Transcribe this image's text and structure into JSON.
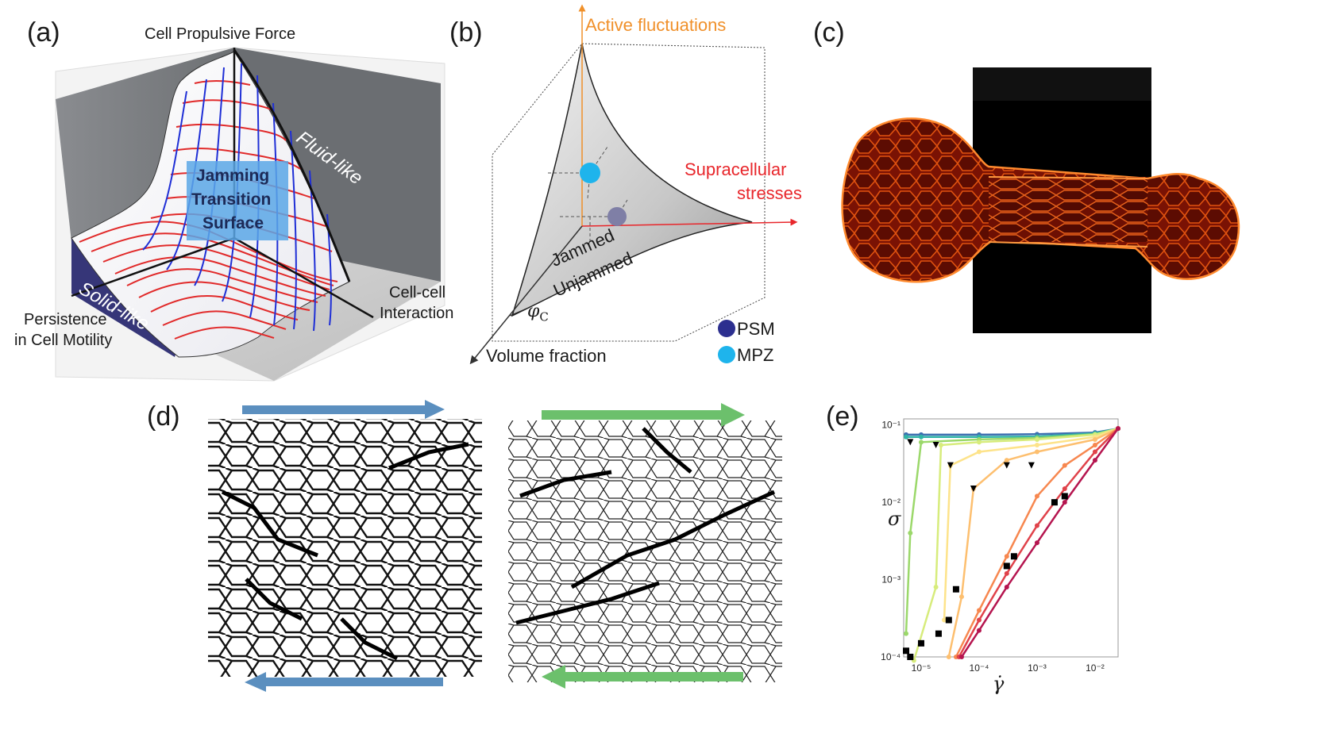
{
  "labels": {
    "a": "(a)",
    "b": "(b)",
    "c": "(c)",
    "d": "(d)",
    "e": "(e)"
  },
  "panel_a": {
    "axis_force": "Cell Propulsive Force",
    "axis_persistence": [
      "Persistence",
      "in Cell Motility"
    ],
    "axis_interaction": [
      "Cell-cell",
      "Interaction"
    ],
    "region_fluid": "Fluid-like",
    "region_solid": "Solid-like",
    "surface_label": [
      "Jamming",
      "Transition",
      "Surface"
    ]
  },
  "panel_b": {
    "axis_active": "Active fluctuations",
    "axis_supra": [
      "Supracellular",
      "stresses"
    ],
    "axis_volume": "Volume fraction",
    "label_jammed": "Jammed",
    "label_unjammed": "Unjammed",
    "phi_symbol": "φ",
    "phi_sub": "C",
    "legend": [
      {
        "name": "PSM",
        "color": "#2c2f8f"
      },
      {
        "name": "MPZ",
        "color": "#1eb4ec"
      }
    ],
    "colors": {
      "active": "#f0902a",
      "supra": "#e8262b"
    }
  },
  "panel_d": {
    "arrow_left_color": "#5b8fbf",
    "arrow_right_color": "#6cc06c"
  },
  "panel_e": {
    "y_label": "σ",
    "x_label": "γ̇",
    "y_ticks": [
      "10⁻¹",
      "10⁻²",
      "10⁻³",
      "10⁻⁴"
    ],
    "x_ticks": [
      "10⁻⁵",
      "10⁻⁴",
      "10⁻³",
      "10⁻²"
    ]
  },
  "chart_data": {
    "type": "line",
    "xscale": "log",
    "yscale": "log",
    "xlabel": "γ̇",
    "ylabel": "σ",
    "xlim": [
      5e-06,
      0.025
    ],
    "ylim": [
      0.0001,
      0.12
    ],
    "series": [
      {
        "color": "#3c6fb0",
        "x": [
          5.5e-06,
          1e-05,
          0.0001,
          0.001,
          0.01,
          0.025
        ],
        "y": [
          0.075,
          0.075,
          0.075,
          0.076,
          0.08,
          0.09
        ]
      },
      {
        "color": "#2fb4a6",
        "x": [
          5.5e-06,
          1e-05,
          0.0001,
          0.001,
          0.01,
          0.025
        ],
        "y": [
          0.07,
          0.07,
          0.07,
          0.071,
          0.078,
          0.09
        ]
      },
      {
        "color": "#9bd86a",
        "x": [
          5.5e-06,
          6.5e-06,
          1e-05,
          0.0001,
          0.001,
          0.01,
          0.025
        ],
        "y": [
          0.0002,
          0.004,
          0.06,
          0.065,
          0.068,
          0.076,
          0.09
        ]
      },
      {
        "color": "#d7ec7c",
        "x": [
          7.5e-06,
          1.8e-05,
          2.2e-05,
          0.0001,
          0.001,
          0.01,
          0.025
        ],
        "y": [
          9e-05,
          0.0008,
          0.055,
          0.06,
          0.065,
          0.075,
          0.09
        ]
      },
      {
        "color": "#fde38a",
        "x": [
          2.5e-05,
          3.2e-05,
          0.0001,
          0.001,
          0.01,
          0.025
        ],
        "y": [
          0.0003,
          0.03,
          0.045,
          0.055,
          0.07,
          0.09
        ]
      },
      {
        "color": "#fdbf6f",
        "x": [
          3e-05,
          5e-05,
          8e-05,
          0.0003,
          0.001,
          0.01,
          0.025
        ],
        "y": [
          0.0001,
          0.0006,
          0.015,
          0.035,
          0.045,
          0.065,
          0.09
        ]
      },
      {
        "color": "#f7874f",
        "x": [
          4e-05,
          0.0001,
          0.0003,
          0.001,
          0.003,
          0.01,
          0.025
        ],
        "y": [
          0.0001,
          0.0004,
          0.002,
          0.012,
          0.03,
          0.055,
          0.09
        ]
      },
      {
        "color": "#e0424a",
        "x": [
          4.5e-05,
          0.0001,
          0.0003,
          0.001,
          0.003,
          0.01,
          0.025
        ],
        "y": [
          0.0001,
          0.0003,
          0.0012,
          0.005,
          0.015,
          0.045,
          0.09
        ]
      },
      {
        "color": "#b5154f",
        "x": [
          5e-05,
          0.0001,
          0.0003,
          0.001,
          0.003,
          0.01,
          0.025
        ],
        "y": [
          0.0001,
          0.00022,
          0.0008,
          0.003,
          0.01,
          0.035,
          0.09
        ]
      }
    ],
    "markers_triangle": {
      "x": [
        6.5e-06,
        1.8e-05,
        3.2e-05,
        8e-05,
        0.0003,
        0.0008
      ],
      "y": [
        0.06,
        0.055,
        0.03,
        0.015,
        0.03,
        0.03
      ]
    },
    "markers_square": {
      "x": [
        5.5e-06,
        6.5e-06,
        1e-05,
        2e-05,
        3e-05,
        4e-05,
        0.0003,
        0.0004,
        0.002,
        0.003
      ],
      "y": [
        0.00012,
        0.0001,
        0.00015,
        0.0002,
        0.0003,
        0.00075,
        0.0015,
        0.002,
        0.01,
        0.012
      ]
    }
  }
}
